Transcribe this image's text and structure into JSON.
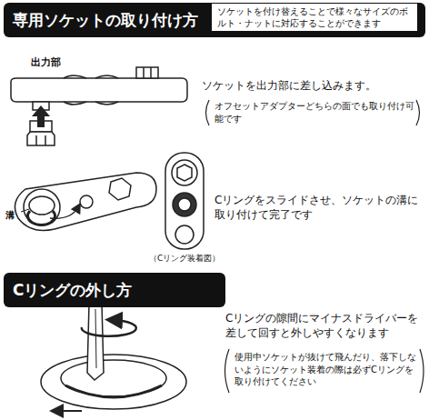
{
  "diagram": {
    "nodes": [
      {
        "text": [
          "専用ソケットの取り付け方"
        ]
      },
      {
        "text": [
          "ソケットを付け替えることで様々なサイズのボルト・ナットに対応することができます"
        ],
        "in": 0
      },
      {
        "text": [
          "Cリングの外し方"
        ]
      }
    ],
    "labels": [
      "出力部",
      "ソケットを出力部に差し込みます。",
      "オフセットアダプターどちらの面でも取り付け可能です",
      "溝",
      "Cリングをスライドさせ、ソケットの溝に取り付けて完了です",
      "（Cリング装着図）",
      "Cリングの隙間にマイナスドライバーを差して回すと外しやすくなります",
      "使用中ソケットが抜けて飛んだり、落下しないようにソケット装着の際は必ずCリングを取り付けてください"
    ]
  }
}
